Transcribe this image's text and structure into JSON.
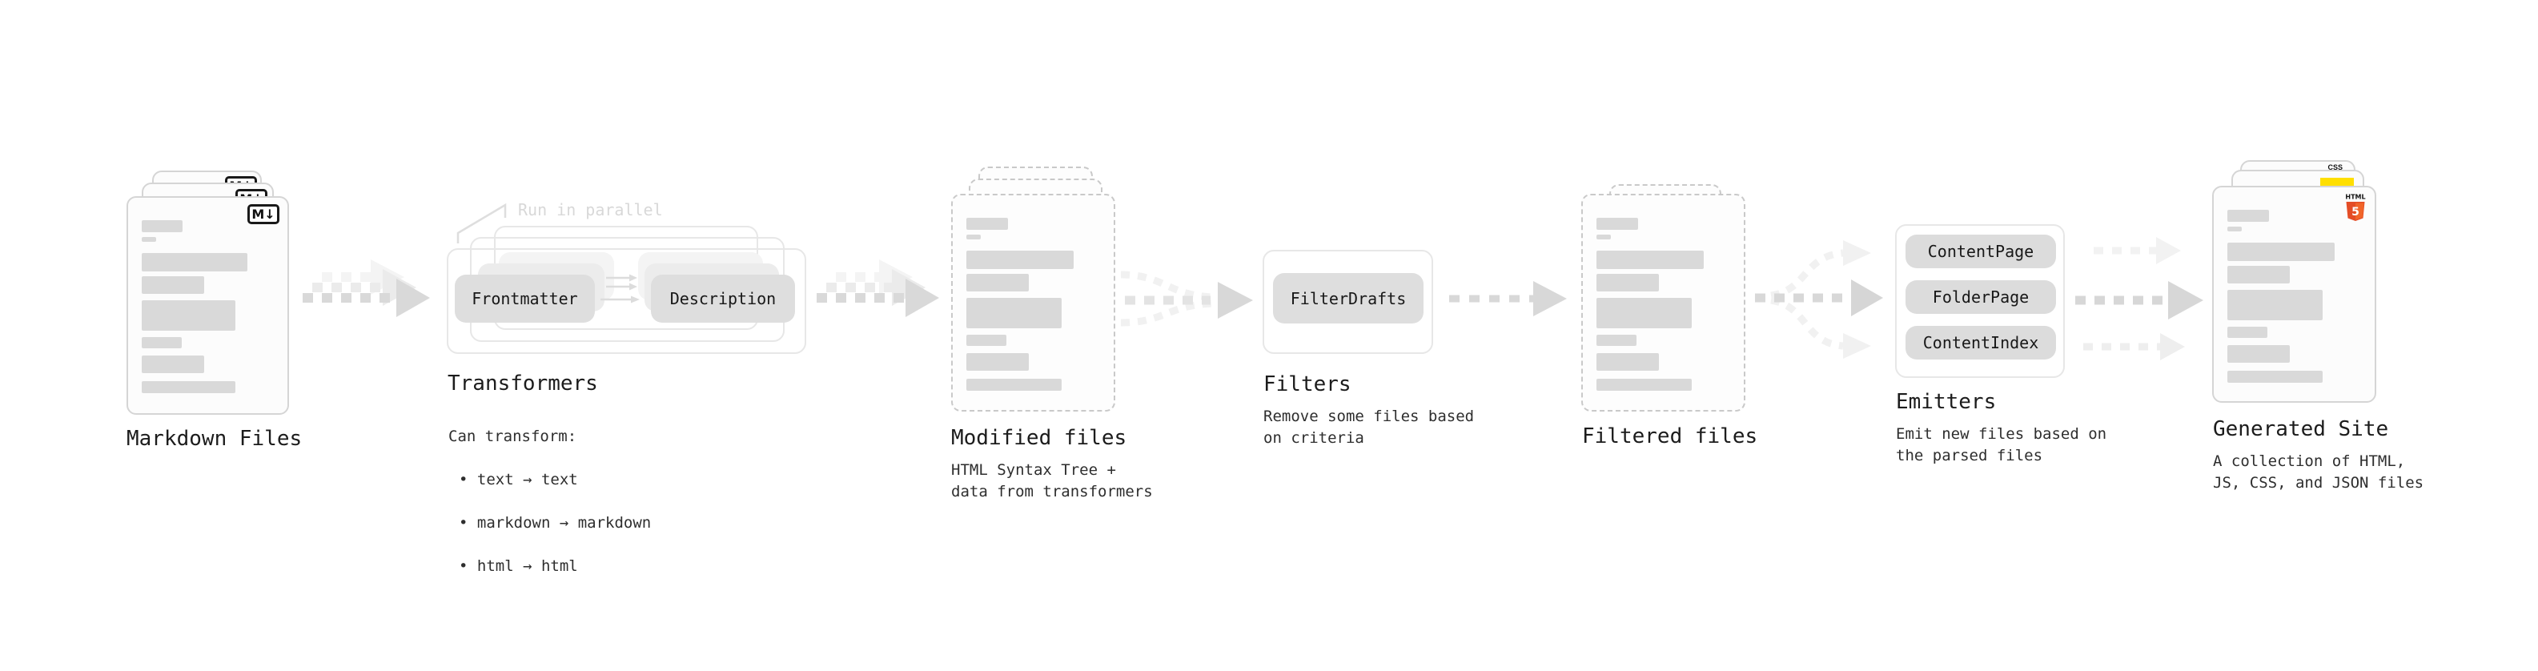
{
  "badges": {
    "markdown": "M↓",
    "html_text": "HTML",
    "html_number": "5",
    "css": "CSS"
  },
  "markdown_files": {
    "label": "Markdown Files"
  },
  "transformers": {
    "label": "Transformers",
    "annotation": "Run in parallel",
    "boxes": [
      "Frontmatter",
      "Description"
    ],
    "desc_title": "Can transform:",
    "bullets": [
      "• text → text",
      "• markdown → markdown",
      "• html → html"
    ]
  },
  "modified_files": {
    "label": "Modified files",
    "desc": "HTML Syntax Tree +\ndata from transformers"
  },
  "filters": {
    "label": "Filters",
    "box": "FilterDrafts",
    "desc": "Remove some files based\non criteria"
  },
  "filtered_files": {
    "label": "Filtered files"
  },
  "emitters": {
    "label": "Emitters",
    "boxes": [
      "ContentPage",
      "FolderPage",
      "ContentIndex"
    ],
    "desc": "Emit new files based on\nthe parsed files"
  },
  "generated_site": {
    "label": "Generated Site",
    "desc": "A collection of HTML,\nJS, CSS, and JSON files"
  },
  "colors": {
    "arrow_dark": "#d8d8d8",
    "arrow_light": "#ebebeb",
    "arrow_faint": "#f4f4f4",
    "html5_orange": "#e44d26",
    "js_yellow": "#ffdf00",
    "css_blue": "#2962ff"
  }
}
